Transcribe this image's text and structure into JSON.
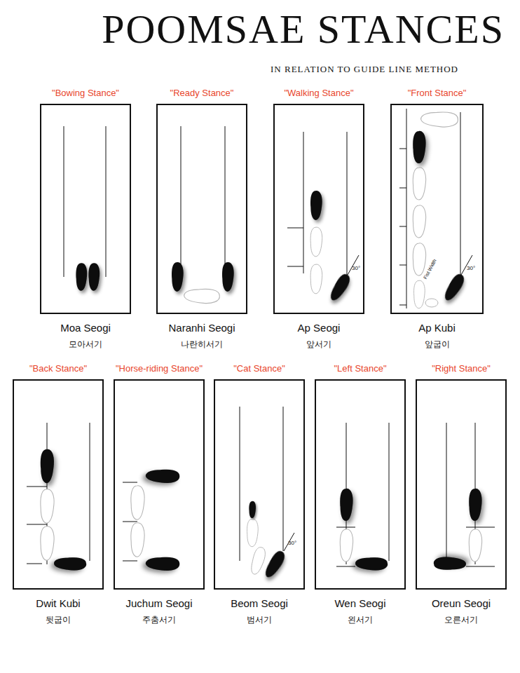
{
  "diagram": {
    "title": "POOMSAE STANCES",
    "nodes": [
      {
        "text": [
          "\"Bowing Stance\"",
          "Moa Seogi",
          "모아서기"
        ]
      },
      {
        "text": [
          "\"Ready Stance\"",
          "Naranhi Seogi",
          "나란히서기"
        ]
      },
      {
        "text": [
          "\"Walking Stance\"",
          "Ap Seogi",
          "앞서기"
        ]
      },
      {
        "text": [
          "\"Front Stance\"",
          "Ap Kubi",
          "앞굽이"
        ]
      },
      {
        "text": [
          "\"Back Stance\"",
          "Dwit Kubi",
          "뒷굽이"
        ]
      },
      {
        "text": [
          "\"Horse-riding Stance\"",
          "Juchum Seogi",
          "주춤서기"
        ]
      },
      {
        "text": [
          "\"Cat Stance\"",
          "Beom Seogi",
          "범서기"
        ]
      },
      {
        "text": [
          "\"Left Stance\"",
          "Wen Seogi",
          "왼서기"
        ]
      },
      {
        "text": [
          "\"Right Stance\"",
          "Oreun Seogi",
          "오른서기"
        ]
      }
    ],
    "labels": [
      "IN RELATION TO GUIDE LINE METHOD",
      "30°",
      "Fist Width",
      "30°",
      "30°"
    ]
  }
}
